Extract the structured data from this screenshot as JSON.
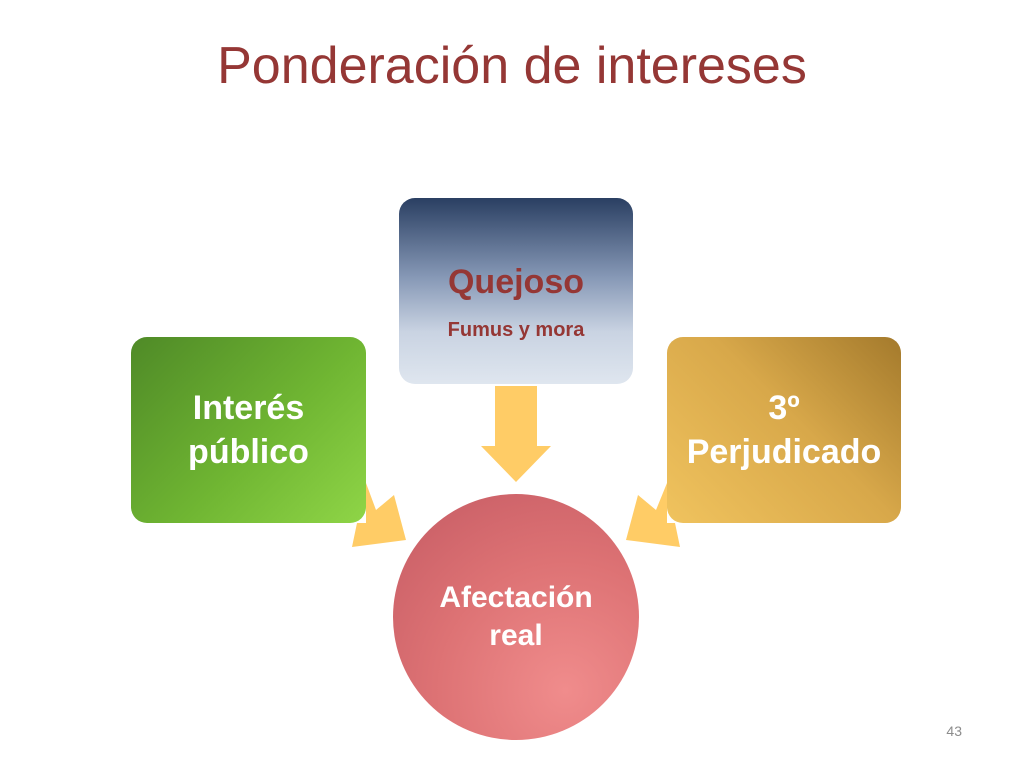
{
  "slide": {
    "title": "Ponderación de intereses",
    "page_number": "43"
  },
  "diagram": {
    "nodes": {
      "interes_publico": {
        "line1": "Interés",
        "line2": "público"
      },
      "quejoso": {
        "label": "Quejoso",
        "sublabel": "Fumus y mora"
      },
      "tercero": {
        "line1": "3º",
        "line2": "Perjudicado"
      },
      "afectacion": {
        "line1": "Afectación",
        "line2": "real"
      }
    },
    "colors": {
      "title": "#953735",
      "interes_publico": "#6fb532",
      "quejoso": "#8597b5",
      "tercero": "#d8a84a",
      "afectacion": "#dd7274",
      "arrow": "#ffcc66"
    }
  }
}
